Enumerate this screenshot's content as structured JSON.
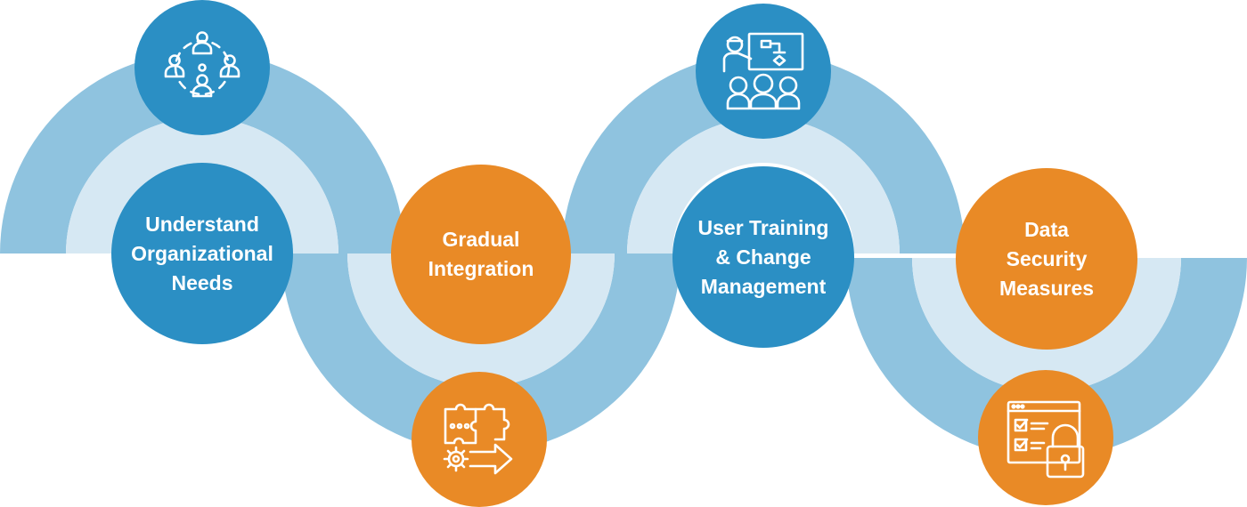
{
  "colors": {
    "band_outer": "#8fc3df",
    "band_inner": "#d6e8f3",
    "blue": "#2b8fc4",
    "orange": "#e98a26",
    "icon_stroke": "#ffffff"
  },
  "steps": [
    {
      "label": "Understand\nOrganizational\nNeeds",
      "color": "blue",
      "icon": "team-collaboration-icon"
    },
    {
      "label": "Gradual\nIntegration",
      "color": "orange",
      "icon": "puzzle-gear-arrow-icon"
    },
    {
      "label": "User Training\n& Change\nManagement",
      "color": "blue",
      "icon": "presentation-training-icon"
    },
    {
      "label": "Data\nSecurity\nMeasures",
      "color": "orange",
      "icon": "secure-checklist-lock-icon"
    }
  ]
}
